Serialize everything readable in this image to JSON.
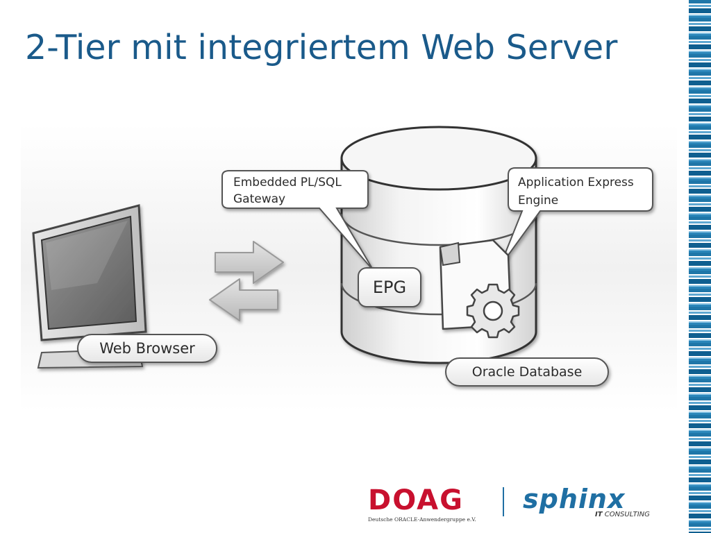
{
  "slide": {
    "title": "2-Tier mit integriertem Web Server"
  },
  "diagram": {
    "labels": {
      "embedded_gateway": [
        "Embedded PL/SQL",
        "Gateway"
      ],
      "apex_engine": [
        "Application Express",
        "Engine"
      ],
      "epg": "EPG",
      "web_browser": "Web Browser",
      "oracle_database": "Oracle Database"
    },
    "icons": [
      "monitor-icon",
      "bidirectional-arrows-icon",
      "database-cylinder-icon",
      "document-icon",
      "gear-icon"
    ]
  },
  "footer": {
    "doag": {
      "name": "DOAG",
      "tagline": "Deutsche ORACLE-Anwendergruppe e.V."
    },
    "sphinx": {
      "name": "sphinx",
      "sub_bold": "IT",
      "sub_rest": " CONSULTING"
    }
  },
  "colors": {
    "title": "#1a5a8a",
    "stripe_bar": "#1f76a8",
    "doag_red": "#c8102e",
    "sphinx_blue": "#1f6fa3"
  }
}
